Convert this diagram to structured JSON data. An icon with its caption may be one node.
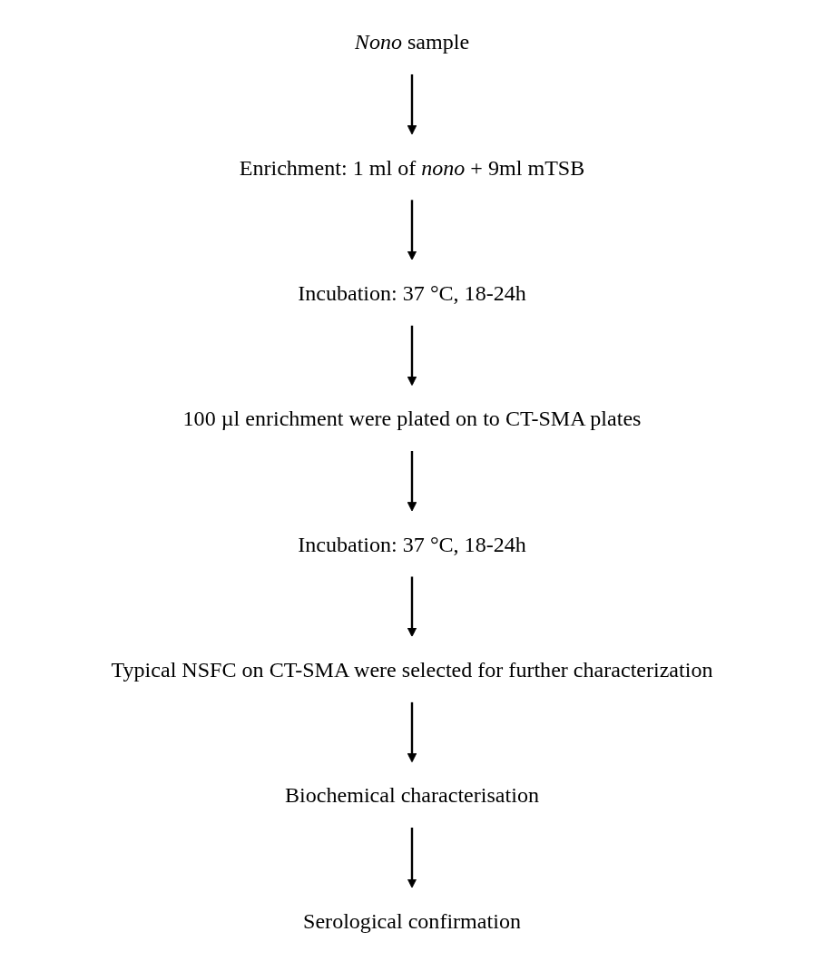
{
  "diagram": {
    "nodes": [
      {
        "text": [
          "*Nono* sample"
        ]
      },
      {
        "text": [
          "Enrichment: 1 ml of *nono* + 9ml mTSB"
        ]
      },
      {
        "text": [
          "Incubation: 37 °C, 18-24h"
        ]
      },
      {
        "text": [
          "100 µl enrichment were plated on to CT-SMA plates"
        ]
      },
      {
        "text": [
          "Incubation: 37 °C, 18-24h"
        ]
      },
      {
        "text": [
          "Typical NSFC on CT-SMA were selected for further characterization"
        ]
      },
      {
        "text": [
          "Biochemical characterisation"
        ]
      },
      {
        "text": [
          "Serological confirmation"
        ]
      }
    ],
    "edges": [
      {
        "from": 0,
        "to": 1,
        "arrow": "to"
      },
      {
        "from": 1,
        "to": 2,
        "arrow": "to"
      },
      {
        "from": 2,
        "to": 3,
        "arrow": "to"
      },
      {
        "from": 3,
        "to": 4,
        "arrow": "to"
      },
      {
        "from": 4,
        "to": 5,
        "arrow": "to"
      },
      {
        "from": 5,
        "to": 6,
        "arrow": "to"
      },
      {
        "from": 6,
        "to": 7,
        "arrow": "to"
      }
    ]
  }
}
